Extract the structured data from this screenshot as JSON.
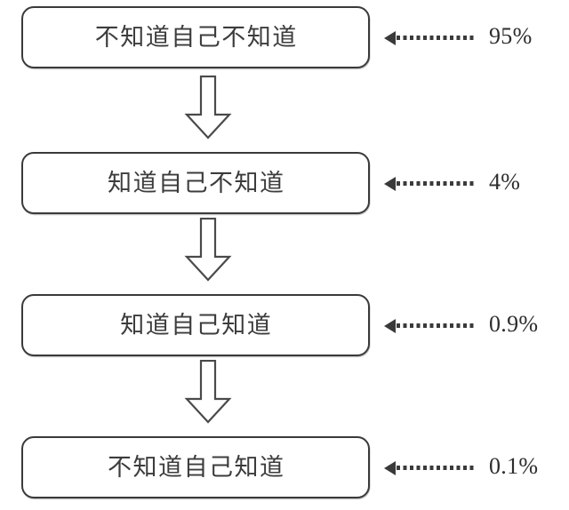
{
  "diagram": {
    "title": "knowledge-awareness-funnel",
    "type": "flow",
    "background_color": "#ffffff",
    "stroke_color": "#3a3a3a",
    "text_color": "#3c3c3c",
    "steps": [
      {
        "label": "不知道自己不知道",
        "percent": "95%",
        "connector_icon": "down-block-arrow-icon",
        "callout_icon": "dotted-left-arrow-icon"
      },
      {
        "label": "知道自己不知道",
        "percent": "4%",
        "connector_icon": "down-block-arrow-icon",
        "callout_icon": "dotted-left-arrow-icon"
      },
      {
        "label": "知道自己知道",
        "percent": "0.9%",
        "connector_icon": "down-block-arrow-icon",
        "callout_icon": "dotted-left-arrow-icon"
      },
      {
        "label": "不知道自己知道",
        "percent": "0.1%",
        "connector_icon": null,
        "callout_icon": "dotted-left-arrow-icon"
      }
    ]
  }
}
